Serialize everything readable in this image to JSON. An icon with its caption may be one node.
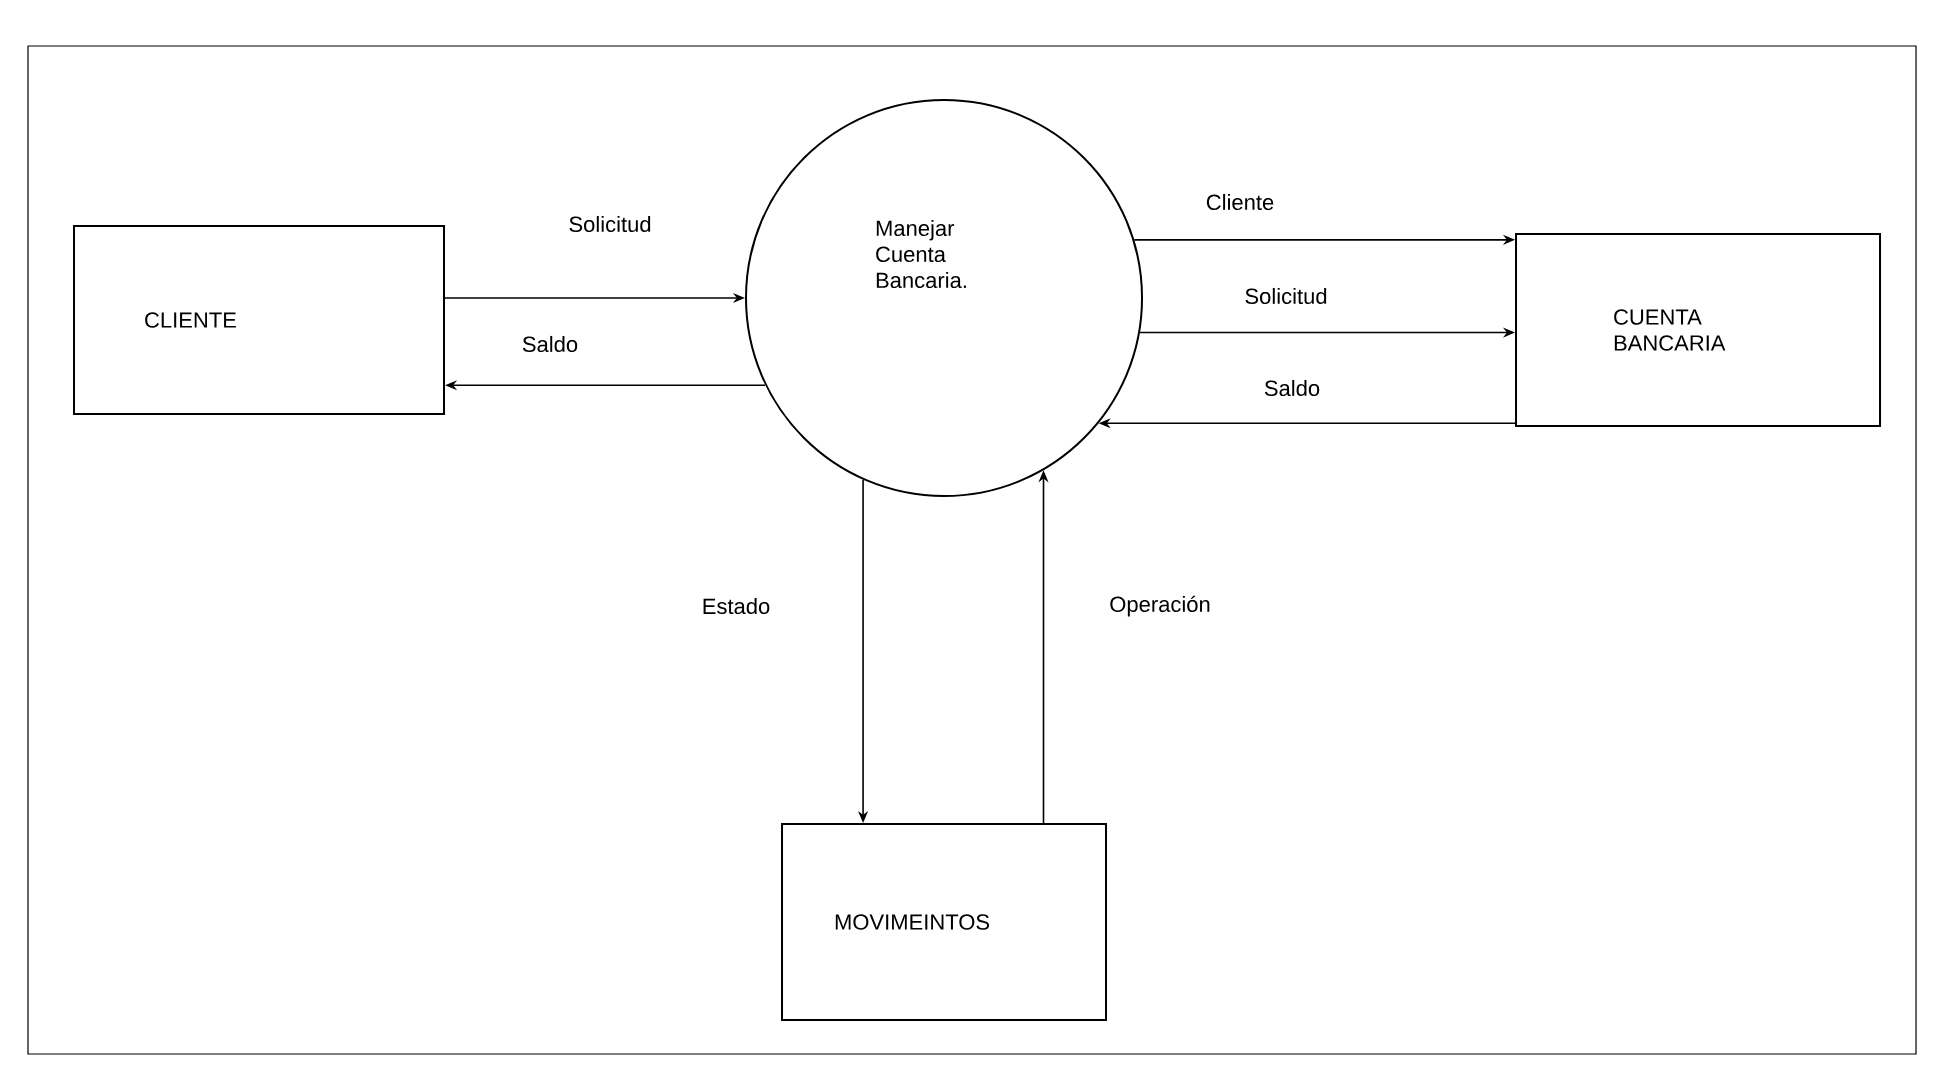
{
  "diagram": {
    "nodes": [
      {
        "text": [
          "CLIENTE"
        ]
      },
      {
        "text": [
          "Manejar Cuenta Bancaria."
        ]
      },
      {
        "text": [
          "CUENTA BANCARIA"
        ]
      },
      {
        "text": [
          "MOVIMEINTOS"
        ]
      }
    ],
    "edges": [
      {
        "from": 0,
        "to": 1,
        "arrow": "to",
        "label": "Solicitud"
      },
      {
        "from": 1,
        "to": 0,
        "arrow": "to",
        "label": "Saldo"
      },
      {
        "from": 1,
        "to": 2,
        "arrow": "to",
        "label": "Cliente"
      },
      {
        "from": 1,
        "to": 2,
        "arrow": "to",
        "label": "Solicitud"
      },
      {
        "from": 2,
        "to": 1,
        "arrow": "to",
        "label": "Saldo"
      },
      {
        "from": 1,
        "to": 3,
        "arrow": "to",
        "label": "Estado"
      },
      {
        "from": 3,
        "to": 1,
        "arrow": "to",
        "label": "Operación"
      }
    ]
  }
}
